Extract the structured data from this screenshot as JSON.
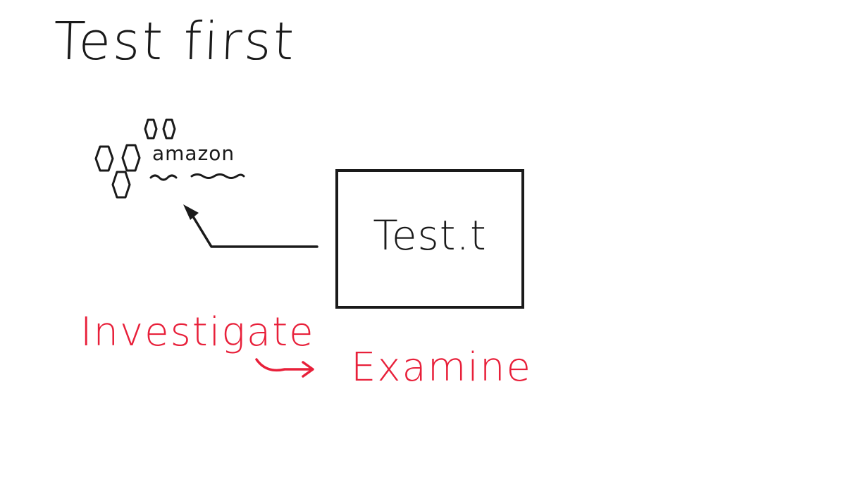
{
  "title": "Test first",
  "logo": {
    "text": "amazon"
  },
  "box": {
    "label": "Test.t"
  },
  "flow": {
    "from": "Investigate",
    "to": "Examine"
  },
  "colors": {
    "ink": "#1a1a1a",
    "accent_red": "#e8203a",
    "background": "#ffffff"
  }
}
